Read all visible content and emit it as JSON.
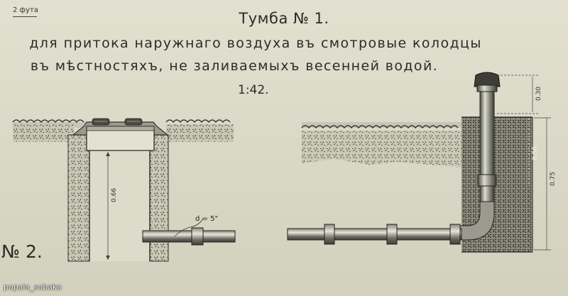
{
  "header": {
    "scale_note": "2 фута",
    "title": "Тумба № 1.",
    "subtitle_line1": "для притока наружнаго воздуха въ смотровые колодцы",
    "subtitle_line2": "въ мѣстностяхъ, не заливаемыхъ весенней водой.",
    "scale": "1:42."
  },
  "left_figure": {
    "height_label": "0.66",
    "pipe_label": "d = 5\""
  },
  "right_figure": {
    "dim_top": "0.30",
    "dim_mid": "0.50",
    "dim_total": "0.75"
  },
  "footer": {
    "figure_number": "№ 2.",
    "watermark": "popala_sobaka"
  }
}
